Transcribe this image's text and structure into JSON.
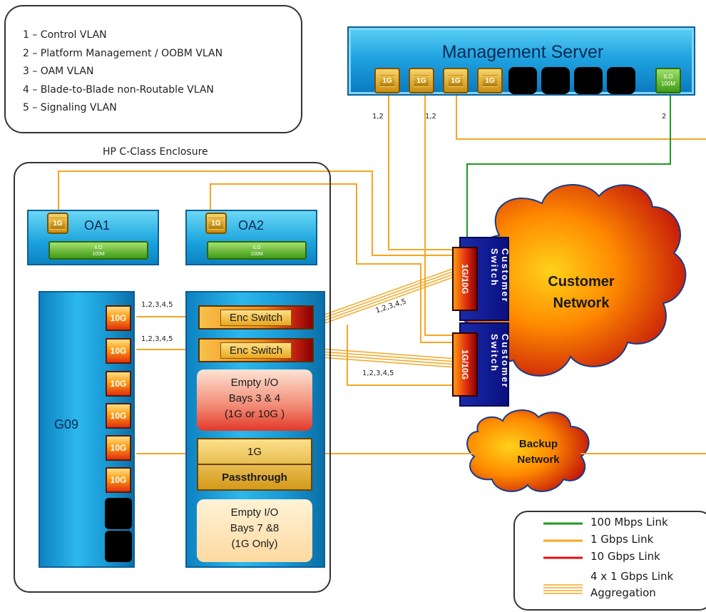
{
  "vlan_legend": {
    "items": [
      "1 – Control VLAN",
      "2 – Platform Management / OOBM VLAN",
      "3 – OAM VLAN",
      "4 – Blade-to-Blade non-Routable VLAN",
      "5 – Signaling VLAN"
    ]
  },
  "management_server": {
    "title": "Management Server",
    "ports": [
      "1G",
      "1G",
      "1G",
      "1G"
    ],
    "ilo": [
      "ILO",
      "100M"
    ]
  },
  "enclosure": {
    "label": "HP C-Class Enclosure",
    "oa1": {
      "title": "OA1",
      "port": "1G",
      "ilo": [
        "ILO",
        "100M"
      ]
    },
    "oa2": {
      "title": "OA2",
      "port": "1G",
      "ilo": [
        "ILO",
        "100M"
      ]
    },
    "blade": {
      "label": "G09",
      "ports": [
        "10G",
        "10G",
        "10G",
        "10G",
        "10G",
        "10G"
      ]
    },
    "interconnect": {
      "enc_switch_1": "Enc Switch",
      "enc_switch_2": "Enc Switch",
      "empty_bays_3_4": [
        "Empty I/O",
        "Bays 3 & 4",
        "(1G or 10G )"
      ],
      "passthrough": [
        "1G",
        "Passthrough"
      ],
      "empty_bays_7_8": [
        "Empty I/O",
        "Bays 7 &8",
        "(1G Only)"
      ]
    }
  },
  "customer_switches": [
    {
      "port": "1G/10G",
      "label": "Customer Switch"
    },
    {
      "port": "1G/10G",
      "label": "Customer Switch"
    }
  ],
  "customer_network": {
    "line1": "Customer",
    "line2": "Network"
  },
  "backup_network": {
    "line1": "Backup",
    "line2": "Network"
  },
  "link_labels": {
    "mgmt_a": "1,2",
    "mgmt_b": "1,2",
    "mgmt_ilo": "2",
    "blade_a": "1,2,3,4,5",
    "blade_b": "1,2,3,4,5",
    "agg_a": "1,2,3,4,5",
    "agg_b": "1,2,3,4,5"
  },
  "link_legend": {
    "items": [
      {
        "label": "100 Mbps Link",
        "color": "#1f9a1f"
      },
      {
        "label": "1 Gbps Link",
        "color": "#f5a623"
      },
      {
        "label": "10 Gbps Link",
        "color": "#e01010"
      },
      {
        "label": "4 x 1 Gbps Link",
        "color": "#f5a623"
      },
      {
        "label": "Aggregation",
        "color": "#f5a623"
      }
    ]
  }
}
